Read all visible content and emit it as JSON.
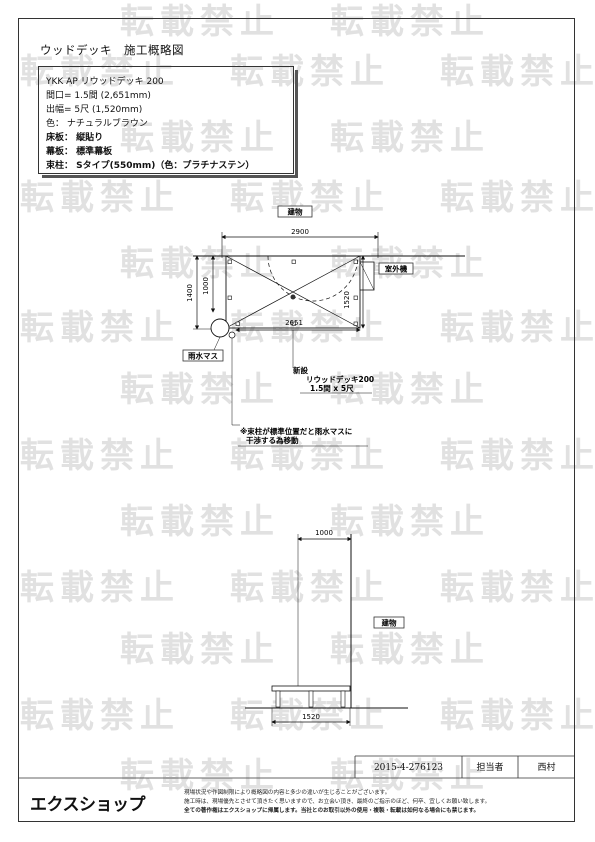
{
  "document": {
    "title": "ウッドデッキ　施工概略図"
  },
  "spec": {
    "lines": [
      "YKK AP リウッドデッキ 200",
      "間口= 1.5間 (2,651mm)",
      "出幅= 5尺 (1,520mm)",
      "色：  ナチュラルブラウン",
      "床板： 縦貼り",
      "幕板： 標準幕板",
      "束柱：  Sタイプ(550mm)（色：プラチナステン）"
    ]
  },
  "plan": {
    "building_label": "建物",
    "dim_total_width": "2900",
    "dim_deck_width": "2651",
    "dim_depth_outer": "1400",
    "dim_depth_inner": "1000",
    "dim_deck_depth": "1520",
    "outdoor_unit_label": "室外機",
    "rain_basin_label": "雨水マス",
    "new_deck_lines": [
      "新設",
      "リウッドデッキ200",
      "1.5間 x 5尺"
    ],
    "note_lines": [
      "※束柱が標準位置だと雨水マスに",
      "干渉する為移動"
    ]
  },
  "elevation": {
    "building_label": "建物",
    "dim_top": "1000",
    "dim_bottom": "1520"
  },
  "title_block": {
    "drawing_number": "2015-4-276123",
    "person_label": "担当者",
    "person_name": "西村"
  },
  "footer": {
    "logo_text": "エクスショップ",
    "notes": [
      "現場状況や作図制限により概略図の内容と多少の違いが生じることがございます。",
      "施工時は、現場優先とさせて頂きたく思いますので、お立会い頂き、最終のご指示のほど、何卒、宜しくお願い致します。",
      "全ての著作権はエクスショップに帰属します。当社とのお取引以外の使用・複製・転載は如何なる場合にも禁じます。"
    ]
  },
  "watermark": {
    "text": "転載禁止"
  }
}
